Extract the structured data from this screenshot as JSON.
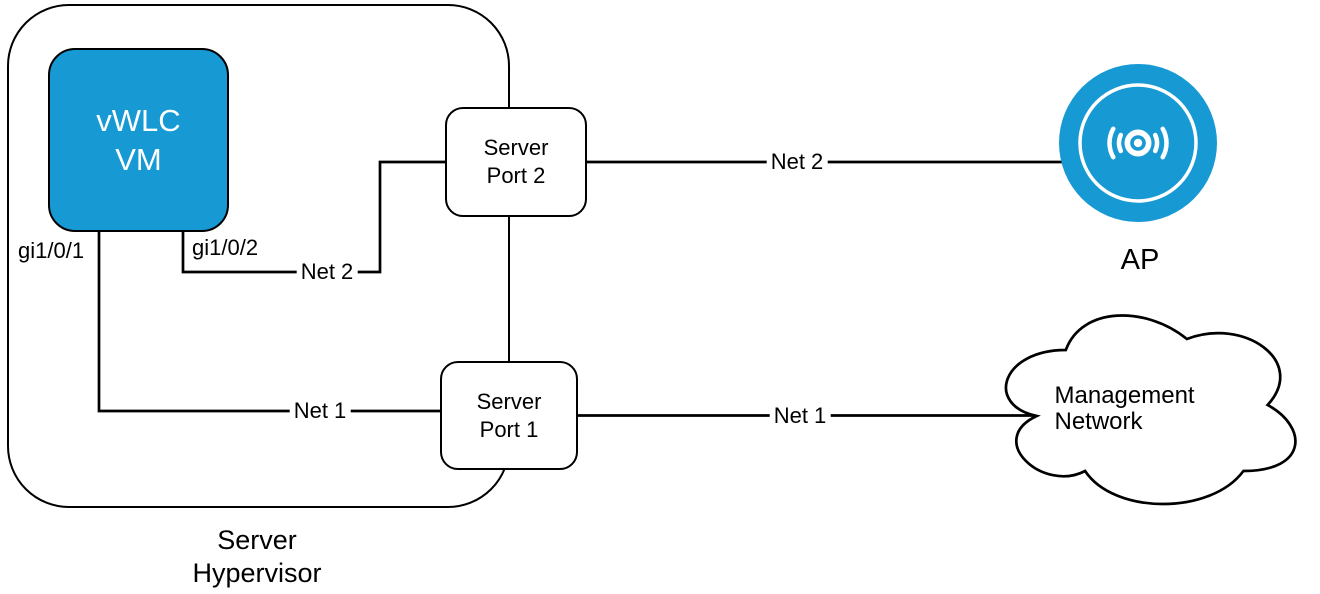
{
  "diagram": {
    "colors": {
      "accent_blue": "#1799D4",
      "stroke_black": "#000000",
      "background": "#ffffff",
      "text_on_blue": "#ffffff"
    },
    "hypervisor": {
      "label": "Server\nHypervisor"
    },
    "vwlc_vm": {
      "label": "vWLC\nVM"
    },
    "server_port_2": {
      "label": "Server\nPort 2"
    },
    "server_port_1": {
      "label": "Server\nPort 1"
    },
    "interfaces": {
      "gi1": "gi1/0/1",
      "gi2": "gi1/0/2"
    },
    "links": {
      "net2_internal": "Net 2",
      "net1_internal": "Net 1",
      "net2_uplink": "Net 2",
      "net1_uplink": "Net 1"
    },
    "ap": {
      "label": "AP",
      "icon": "wireless-access-point-icon"
    },
    "cloud": {
      "label": "Management Network"
    }
  }
}
